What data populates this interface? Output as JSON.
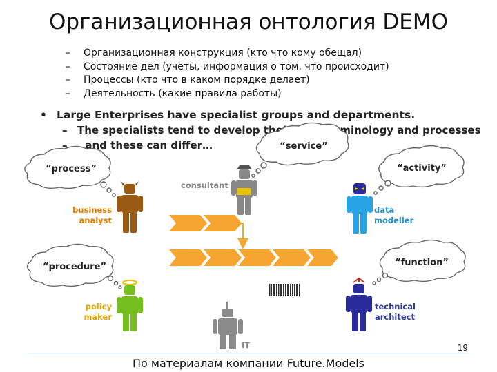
{
  "title": "Организационная онтология DEMO",
  "bullets": [
    "Организационная конструкция (кто что кому обещал)",
    "Состояние дел (учеты, информация о том, что происходит)",
    "Процессы (кто что в каком порядке делает)",
    "Деятельность (какие правила работы)"
  ],
  "main_bullet": "Large Enterprises have specialist groups and departments.",
  "sub_bullets": [
    "The specialists tend to develop their own terminology and processes",
    "..and these can differ…"
  ],
  "bubbles": {
    "process": "“process”",
    "service": "“service”",
    "activity": "“activity”",
    "procedure": "“procedure”",
    "function": "“function”"
  },
  "roles": {
    "consultant": "consultant",
    "business_analyst": [
      "business",
      "analyst"
    ],
    "data_modeller": [
      "data",
      "modeller"
    ],
    "policy_maker": [
      "policy",
      "maker"
    ],
    "technical_architect": [
      "technical",
      "architect"
    ],
    "it": "IT"
  },
  "page_number": "19",
  "footer": "По материалам компании Future.Models",
  "colors": {
    "business_analyst": "#9a5a12",
    "data_modeller": "#28a4e6",
    "policy_maker": "#74bf1e",
    "technical_architect": "#2a2a9a",
    "consultant": "#888888",
    "it": "#8a8a8a",
    "process_arrows": "#f7a531"
  }
}
